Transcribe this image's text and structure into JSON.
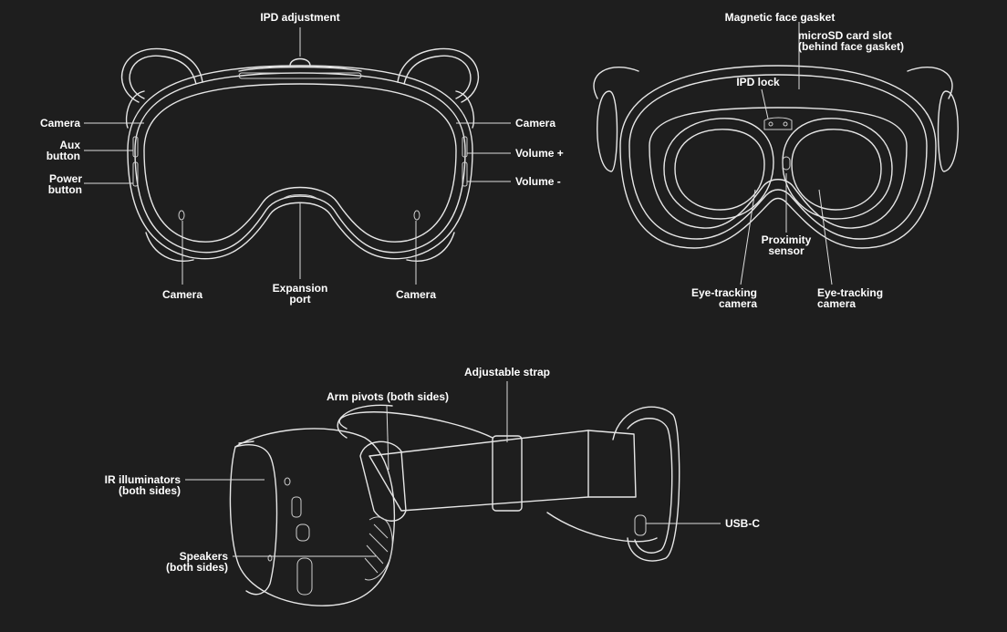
{
  "labels": {
    "front_ipd_adjustment": "IPD adjustment",
    "front_camera_left_top": "Camera",
    "front_aux_button": "Aux\nbutton",
    "front_power_button": "Power\nbutton",
    "front_camera_right_top": "Camera",
    "front_volume_plus": "Volume +",
    "front_volume_minus": "Volume -",
    "front_camera_bottom_left": "Camera",
    "front_expansion_port": "Expansion\nport",
    "front_camera_bottom_right": "Camera",
    "rear_magnetic_face_gasket": "Magnetic face gasket",
    "rear_microsd_slot": "microSD card slot\n(behind face gasket)",
    "rear_ipd_lock": "IPD lock",
    "rear_proximity_sensor": "Proximity\nsensor",
    "rear_eye_tracking_left": "Eye-tracking\ncamera",
    "rear_eye_tracking_right": "Eye-tracking\ncamera",
    "side_adjustable_strap": "Adjustable strap",
    "side_arm_pivots": "Arm pivots (both sides)",
    "side_ir_illuminators": "IR illuminators\n(both sides)",
    "side_speakers": "Speakers\n(both sides)",
    "side_usb_c": "USB-C"
  }
}
